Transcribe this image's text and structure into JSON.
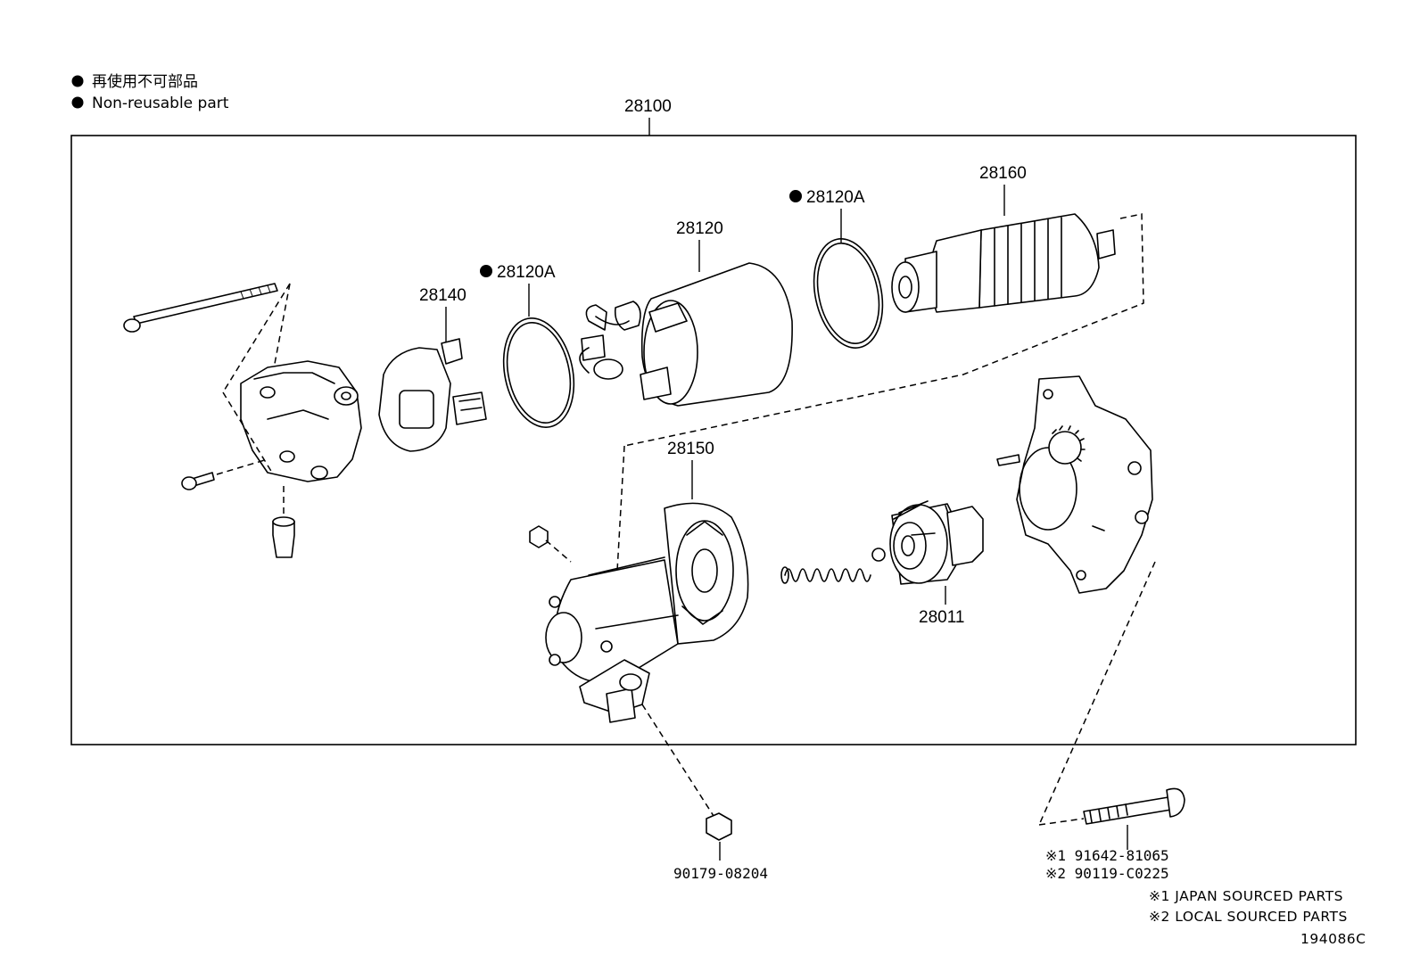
{
  "legend": {
    "japanese": "再使用不可部品",
    "english": "Non-reusable part"
  },
  "assembly_label": "28100",
  "parts": {
    "p28160": "28160",
    "p28120a_top": "28120A",
    "p28120": "28120",
    "p28120a_left": "28120A",
    "p28140": "28140",
    "p28150": "28150",
    "p28011": "28011",
    "nut": "90179-08204",
    "bolt1": "※1 91642-81065",
    "bolt2": "※2 90119-C0225"
  },
  "notes": {
    "japan": "※1 JAPAN SOURCED PARTS",
    "local": "※2 LOCAL SOURCED PARTS"
  },
  "figure_code": "194086C",
  "colors": {
    "ink": "#000000",
    "paper": "#ffffff"
  }
}
